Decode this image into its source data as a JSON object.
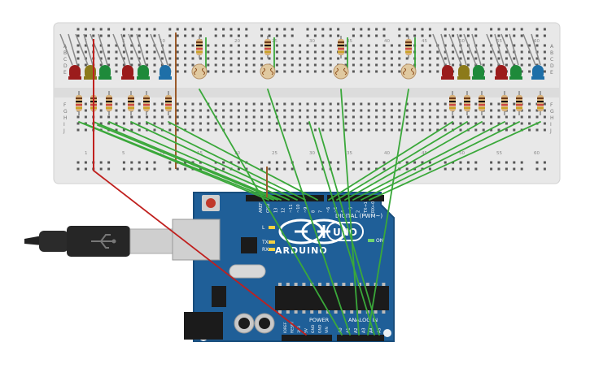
{
  "breadboard": {
    "row_letters_top": [
      "A",
      "B",
      "C",
      "D",
      "E"
    ],
    "row_letters_bottom": [
      "F",
      "G",
      "H",
      "I",
      "J"
    ],
    "column_numbers": [
      "1",
      "5",
      "10",
      "15",
      "20",
      "25",
      "30",
      "35",
      "40",
      "45",
      "50",
      "55",
      "60"
    ]
  },
  "leds_left": [
    {
      "name": "led-red-1",
      "color": "#9b1c1c"
    },
    {
      "name": "led-yellow-1",
      "color": "#8c7a1a"
    },
    {
      "name": "led-green-1",
      "color": "#1e8a3a"
    },
    {
      "name": "led-red-2",
      "color": "#9b1c1c"
    },
    {
      "name": "led-green-2",
      "color": "#1e8a3a"
    },
    {
      "name": "led-blue-1",
      "color": "#1e6fa8"
    }
  ],
  "leds_right": [
    {
      "name": "led-red-3",
      "color": "#9b1c1c"
    },
    {
      "name": "led-yellow-2",
      "color": "#8c7a1a"
    },
    {
      "name": "led-green-3",
      "color": "#1e8a3a"
    },
    {
      "name": "led-red-4",
      "color": "#9b1c1c"
    },
    {
      "name": "led-green-4",
      "color": "#1e8a3a"
    },
    {
      "name": "led-blue-2",
      "color": "#1e6fa8"
    }
  ],
  "arduino": {
    "brand": "ARDUINO",
    "model": "UNO",
    "digital_header_label": "DIGITAL (PWM~)",
    "power_label": "POWER",
    "analog_label": "ANALOG IN",
    "tx_label": "TX",
    "rx_label": "RX",
    "on_label": "ON",
    "l_label": "L",
    "digital_pins": [
      "AREF",
      "GND",
      "13",
      "12",
      "~11",
      "~10",
      "~9",
      "8",
      "7",
      "~6",
      "~5",
      "4",
      "~3",
      "2",
      "TX→1",
      "RX←0"
    ],
    "power_pins": [
      "IOREF",
      "RESET",
      "3V3",
      "5V",
      "GND",
      "GND",
      "VIN"
    ],
    "analog_pins": [
      "A0",
      "A1",
      "A2",
      "A3",
      "A4",
      "A5"
    ]
  },
  "colors": {
    "board_blue": "#1f5f98",
    "wire_green": "#3aa83a",
    "wire_red": "#c0201e",
    "wire_brown": "#9a5a2a",
    "breadboard": "#e9e9e9"
  }
}
